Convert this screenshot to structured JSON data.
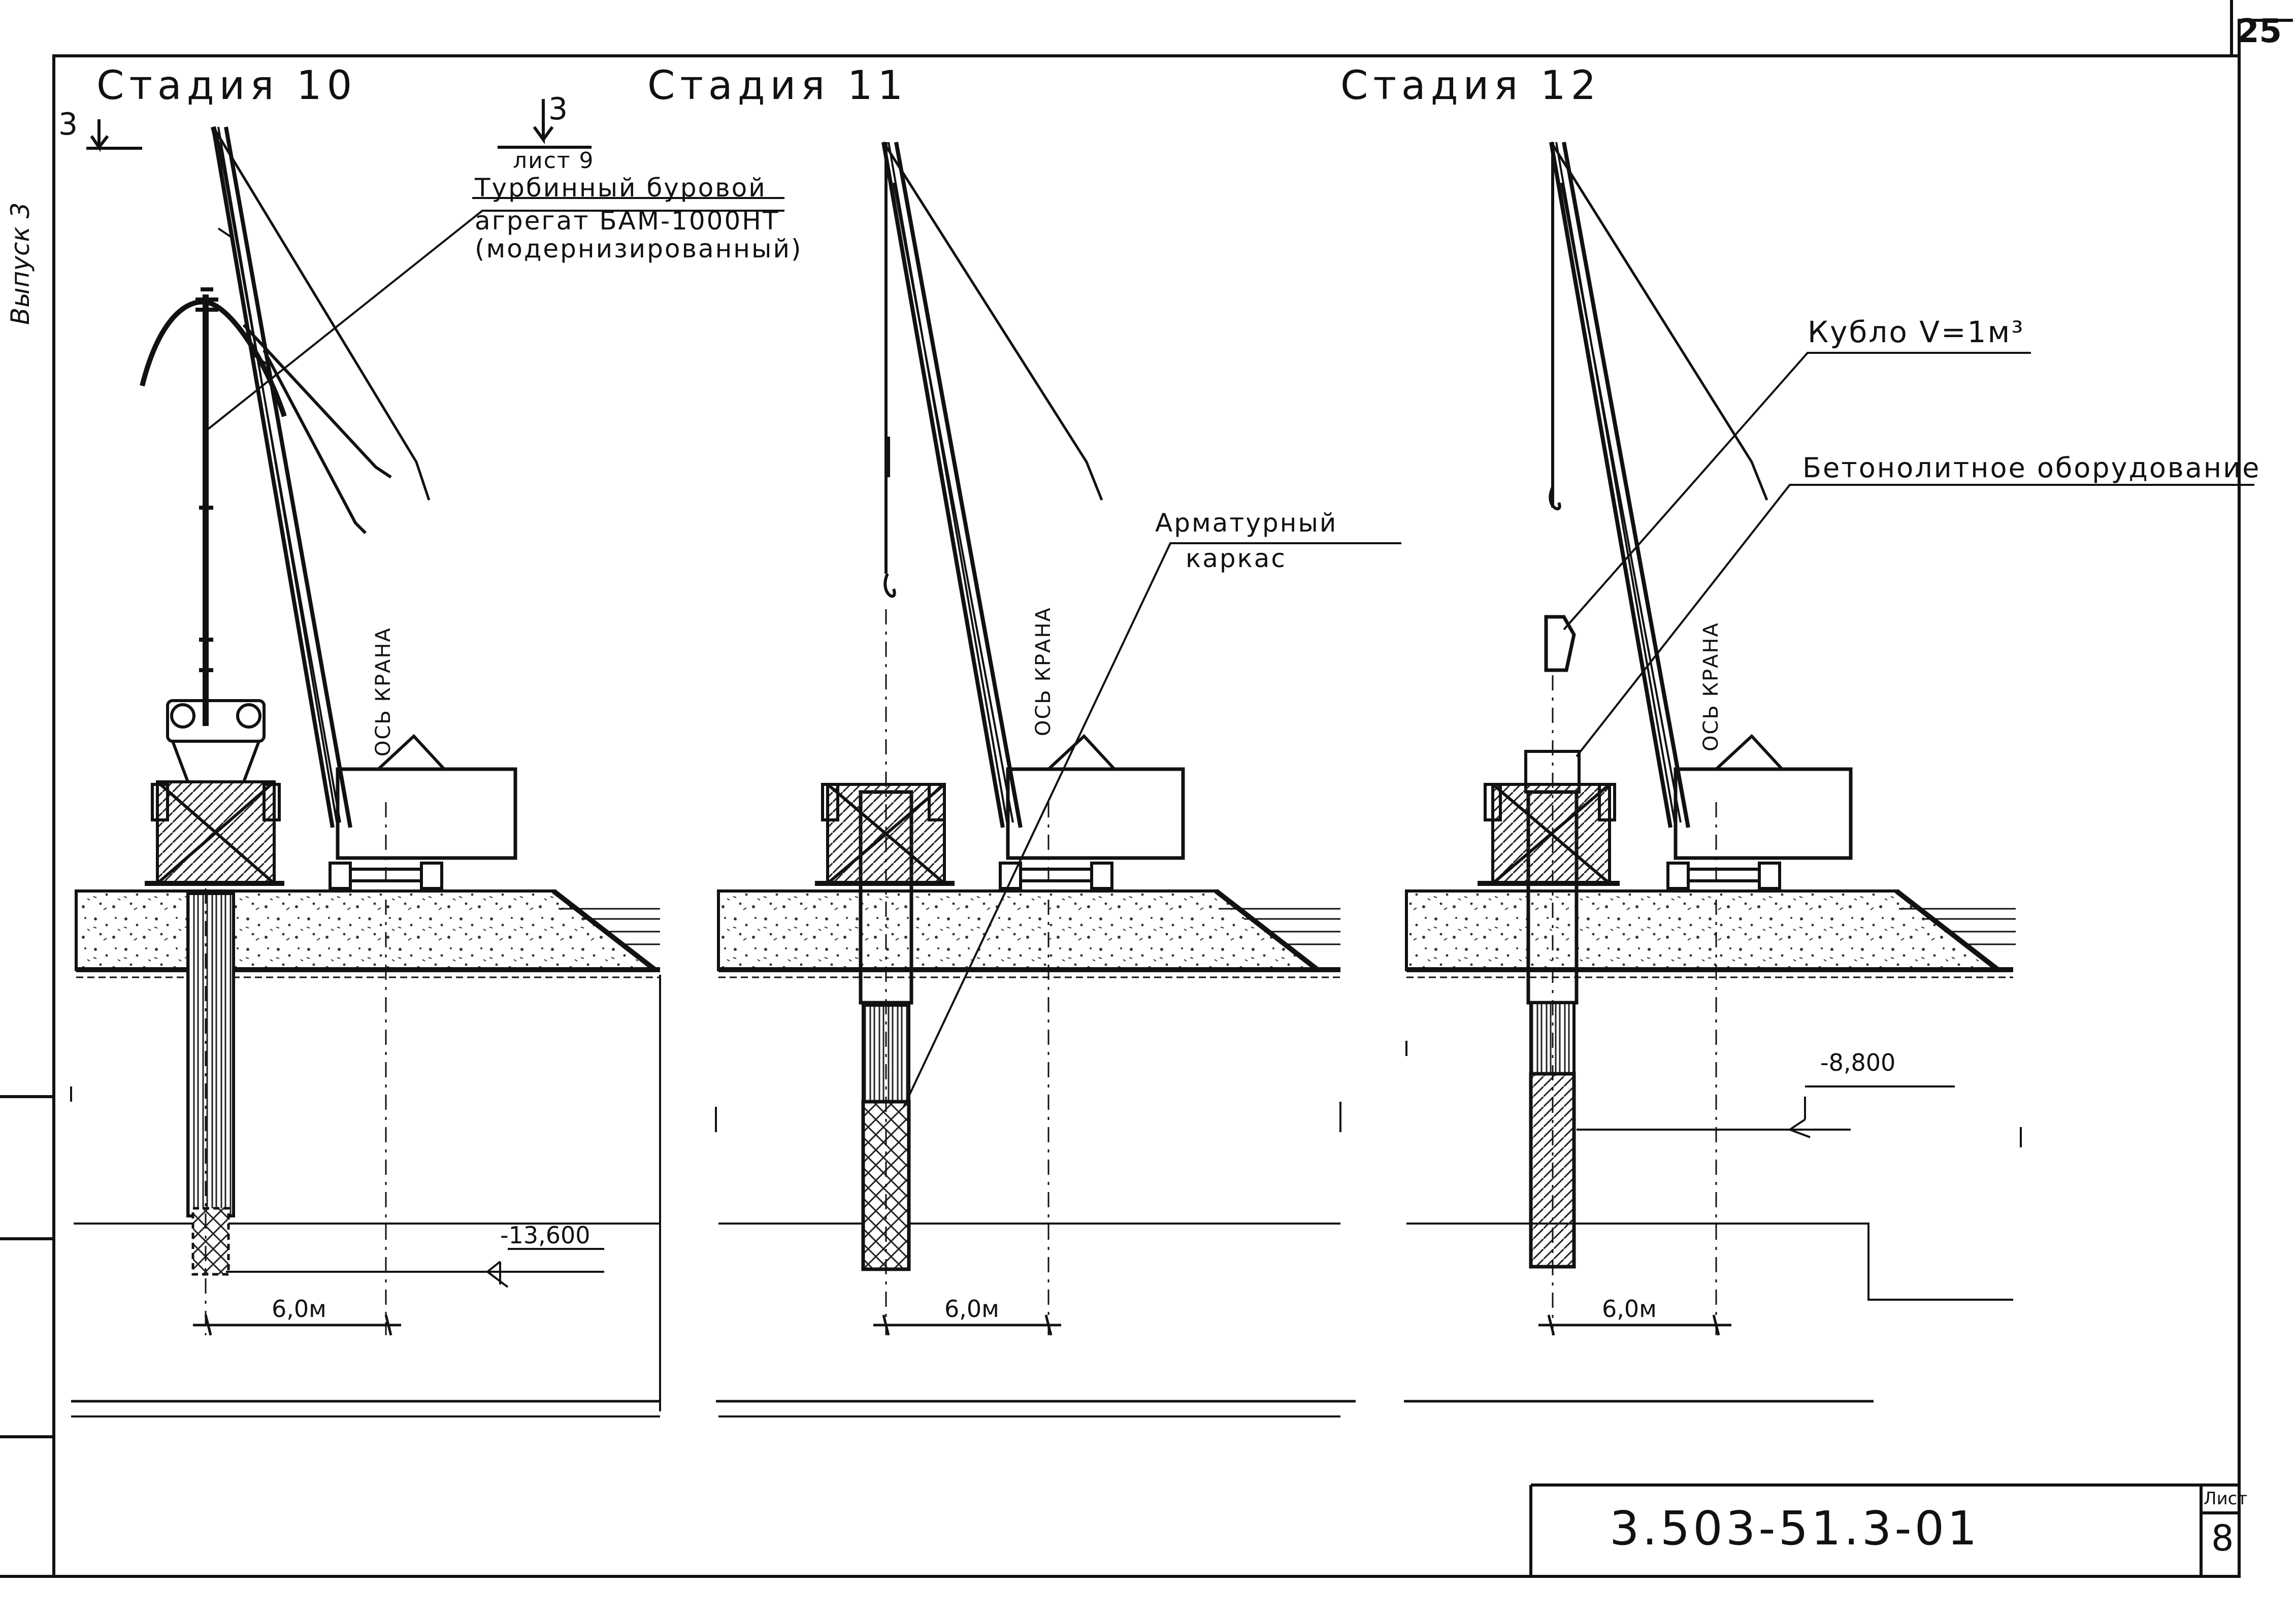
{
  "page_number": "25",
  "issue_label": "Выпуск 3",
  "stages": [
    {
      "title": "Стадия 10",
      "section_mark": "3",
      "section_ref_number": "3",
      "section_ref_sheet": "лист 9",
      "callout_lines": [
        "Турбинный буровой",
        "агрегат БАМ-1000НТ",
        "(модернизированный)"
      ],
      "axis_label": "ОСЬ КРАНА",
      "level": "-13,600",
      "dimension": "6,0м"
    },
    {
      "title": "Стадия 11",
      "callout_lines": [
        "Арматурный",
        "каркас"
      ],
      "axis_label": "ОСЬ КРАНА",
      "dimension": "6,0м"
    },
    {
      "title": "Стадия 12",
      "callout_bucket": "Кубло V=1м³",
      "callout_equipment": "Бетонолитное оборудование",
      "axis_label": "ОСЬ КРАНА",
      "level": "-8,800",
      "dimension": "6,0м"
    }
  ],
  "title_block": {
    "drawing_code": "3.503-51.3-01",
    "sheet_label": "Лист",
    "sheet_number": "8"
  },
  "colors": {
    "ink": "#111111",
    "water": "#ffffff",
    "paper": "#ffffff"
  }
}
